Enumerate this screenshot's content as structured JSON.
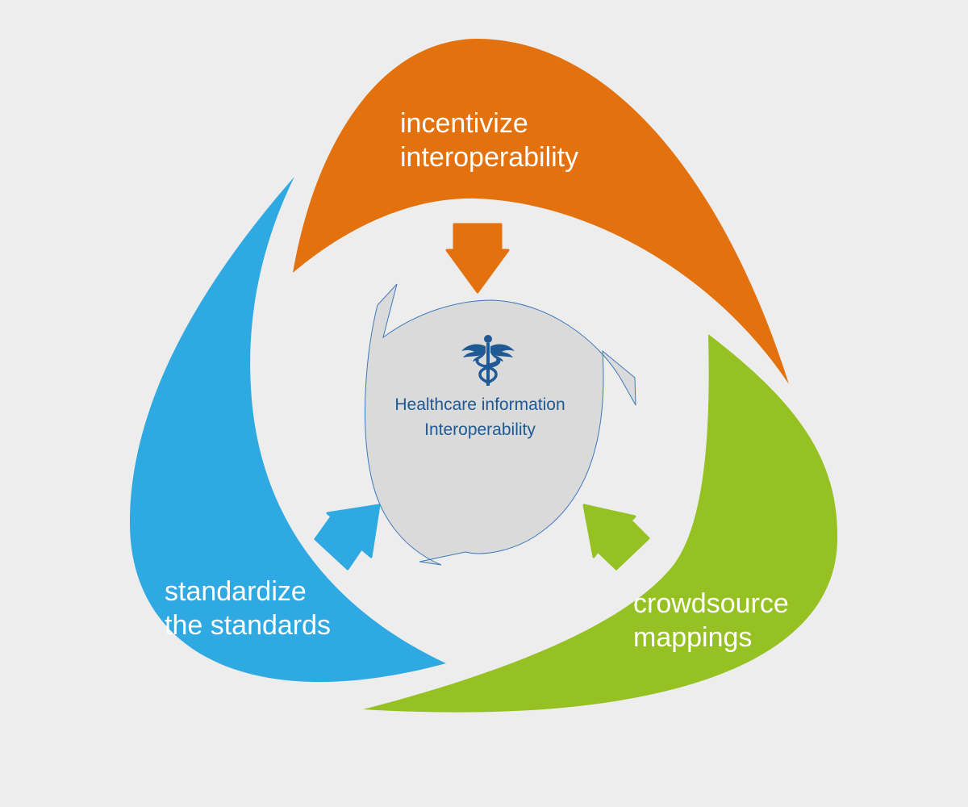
{
  "diagram": {
    "title": "Healthcare information interoperability cycle",
    "colors": {
      "background": "#ededed",
      "orange": "#e3710d",
      "blue": "#2ea9e1",
      "green": "#95c122",
      "center_fill": "#dadada",
      "center_stroke": "#3f78bd",
      "center_text": "#1f5a94"
    },
    "center": {
      "icon": "caduceus-icon",
      "line1": "Healthcare information",
      "line2": "Interoperability"
    },
    "segments": [
      {
        "id": "orange",
        "line1": "incentivize",
        "line2": "interoperability",
        "arrow": "arrow-down-icon"
      },
      {
        "id": "blue",
        "line1": "standardize",
        "line2": "the standards",
        "arrow": "arrow-up-right-icon"
      },
      {
        "id": "green",
        "line1": "crowdsource",
        "line2": "mappings",
        "arrow": "arrow-up-left-icon"
      }
    ]
  }
}
